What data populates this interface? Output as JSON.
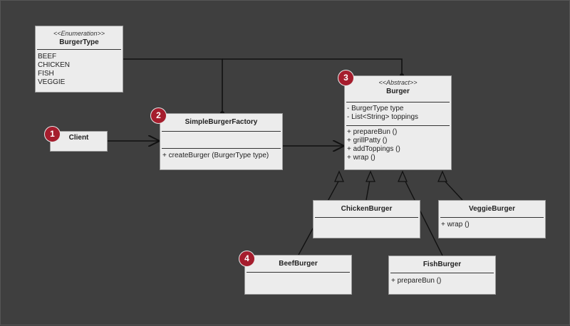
{
  "burger_type": {
    "stereotype": "<<Enumeration>>",
    "name": "BurgerType",
    "values": [
      "BEEF",
      "CHICKEN",
      "FISH",
      "VEGGIE"
    ]
  },
  "client": {
    "name": "Client"
  },
  "factory": {
    "name": "SimpleBurgerFactory",
    "methods": [
      "+ createBurger (BurgerType type)"
    ]
  },
  "burger": {
    "stereotype": "<<Abstract>>",
    "name": "Burger",
    "attributes": [
      "- BurgerType type",
      "- List<String> toppings"
    ],
    "methods": [
      "+ prepareBun ()",
      "+ grillPatty ()",
      "+ addToppings ()",
      "+ wrap ()"
    ]
  },
  "chicken_burger": {
    "name": "ChickenBurger"
  },
  "veggie_burger": {
    "name": "VeggieBurger",
    "methods": [
      "+ wrap ()"
    ]
  },
  "beef_burger": {
    "name": "BeefBurger"
  },
  "fish_burger": {
    "name": "FishBurger",
    "methods": [
      "+ prepareBun ()"
    ]
  },
  "badges": [
    "1",
    "2",
    "3",
    "4"
  ],
  "colors": {
    "background": "#3f3f3f",
    "box_fill": "#ececec",
    "badge": "#a51d2d",
    "edge": "#111111"
  }
}
